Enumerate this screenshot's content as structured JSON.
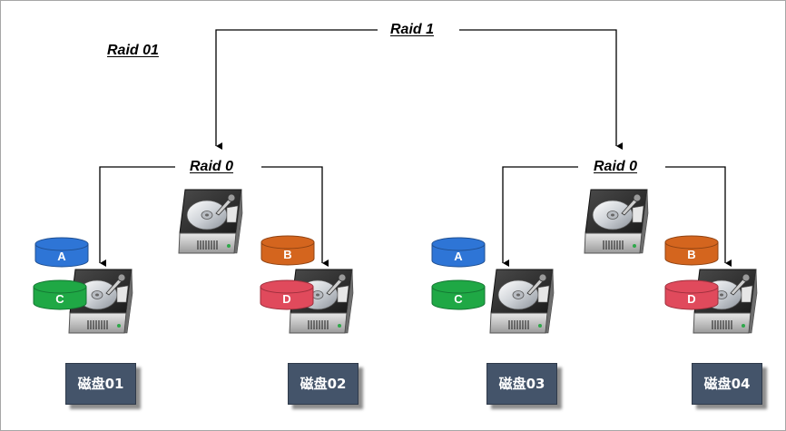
{
  "labels": {
    "raid_top": "Raid 1",
    "raid_outer": "Raid 01",
    "raid_left": "Raid 0",
    "raid_right": "Raid 0"
  },
  "disks": [
    {
      "name": "磁盘01",
      "blocks": [
        "A",
        "C"
      ]
    },
    {
      "name": "磁盘02",
      "blocks": [
        "B",
        "D"
      ]
    },
    {
      "name": "磁盘03",
      "blocks": [
        "A",
        "C"
      ]
    },
    {
      "name": "磁盘04",
      "blocks": [
        "B",
        "D"
      ]
    }
  ],
  "colors": {
    "A": "#2e75d6",
    "B": "#d4651e",
    "C": "#1fa845",
    "D": "#e04a5c",
    "disk_box": "#44546a"
  }
}
